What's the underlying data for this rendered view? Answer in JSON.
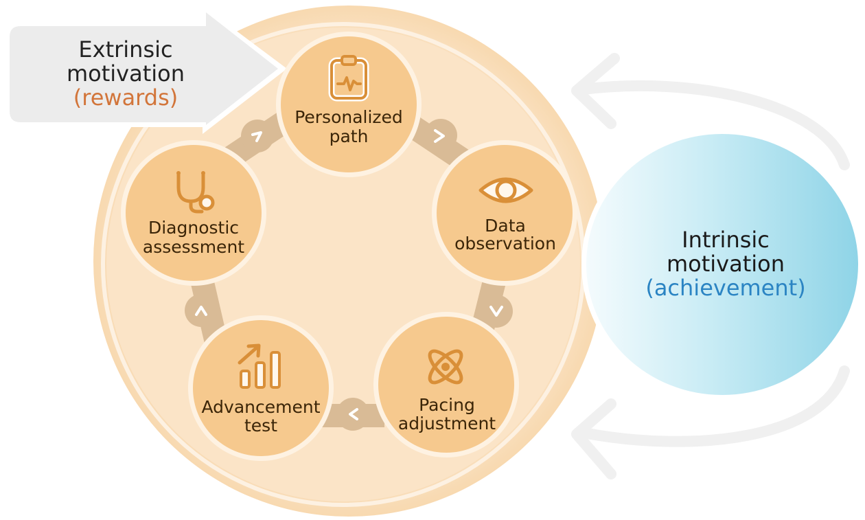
{
  "extrinsic": {
    "line1": "Extrinsic",
    "line2": "motivation",
    "line3": "(rewards)"
  },
  "intrinsic": {
    "line1": "Intrinsic",
    "line2": "motivation",
    "line3": "(achievement)"
  },
  "cycle_steps": [
    {
      "line1": "Personalized",
      "line2": "path",
      "icon": "clipboard-pulse-icon"
    },
    {
      "line1": "Data",
      "line2": "observation",
      "icon": "eye-icon"
    },
    {
      "line1": "Pacing",
      "line2": "adjustment",
      "icon": "atom-icon"
    },
    {
      "line1": "Advancement",
      "line2": "test",
      "icon": "growth-chart-icon"
    },
    {
      "line1": "Diagnostic",
      "line2": "assessment",
      "icon": "stethoscope-icon"
    }
  ],
  "colors": {
    "outer_ring": "#f6c98b",
    "outer_fill": "#fbe7cd",
    "node_fill": "#f6c98e",
    "node_border": "#fef2e2",
    "node_text": "#3b2508",
    "icon": "#d98f38",
    "connector": "#d9bb96",
    "connector_chevron": "#ffffff",
    "extrinsic_box": "#ececec",
    "extrinsic_text": "#222222",
    "extrinsic_accent": "#d2753a",
    "intrinsic_fill": "#9ad9ea",
    "intrinsic_text": "#1a1a1a",
    "intrinsic_accent": "#2b84c3",
    "loop_arrows": "#efefef"
  }
}
